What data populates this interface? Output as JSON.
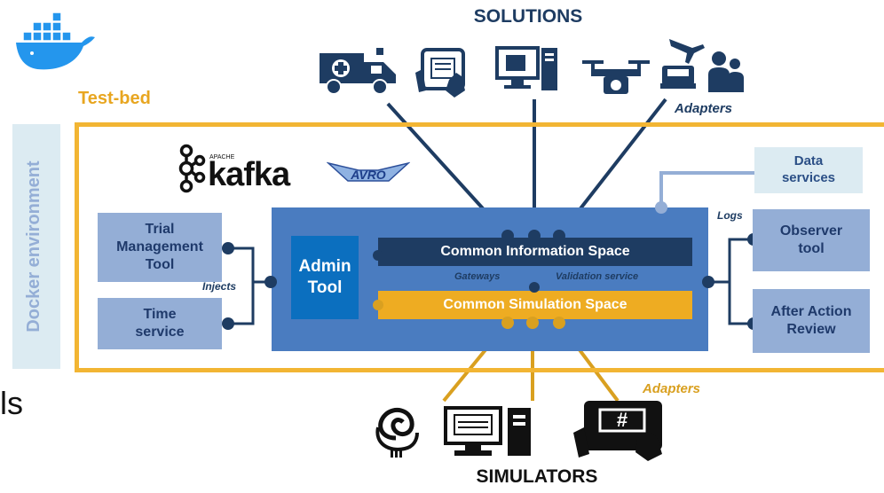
{
  "title_top": "SOLUTIONS",
  "title_bottom": "SIMULATORS",
  "testbed_label": "Test-bed",
  "docker_label": "Docker environment",
  "adapters_top": "Adapters",
  "adapters_bottom": "Adapters",
  "kafka_small": "APACHE",
  "kafka_label": "kafka",
  "avro_label": "AVRO",
  "left_boxes": [
    {
      "name": "trial-management-tool",
      "label": "Trial Management Tool"
    },
    {
      "name": "time-service",
      "label": "Time service"
    }
  ],
  "injects_label": "Injects",
  "admin_tool_label": "Admin Tool",
  "common_information_space": "Common Information Space",
  "common_simulation_space": "Common Simulation Space",
  "gateways_label": "Gateways",
  "validation_service_label": "Validation service",
  "logs_label": "Logs",
  "right_boxes": [
    {
      "name": "observer-tool",
      "label": "Observer tool"
    },
    {
      "name": "after-action-review",
      "label": "After Action Review"
    }
  ],
  "data_services_label": "Data services",
  "edge_text": "ls",
  "colors": {
    "navy": "#1e3c62",
    "orange": "#e8a620",
    "docker_blue": "#2496ed",
    "core_blue": "#3c6fb0",
    "light_blue": "#94aed6"
  },
  "icons": [
    "ambulance-icon",
    "tablet-touch-icon",
    "desktop-computer-icon",
    "drone-icon",
    "airplane-truck-icon",
    "people-icon",
    "swirl-logo-icon",
    "simulation-computer-icon",
    "tablet-hash-icon",
    "docker-whale-icon",
    "kafka-logo-icon",
    "avro-logo-icon"
  ]
}
